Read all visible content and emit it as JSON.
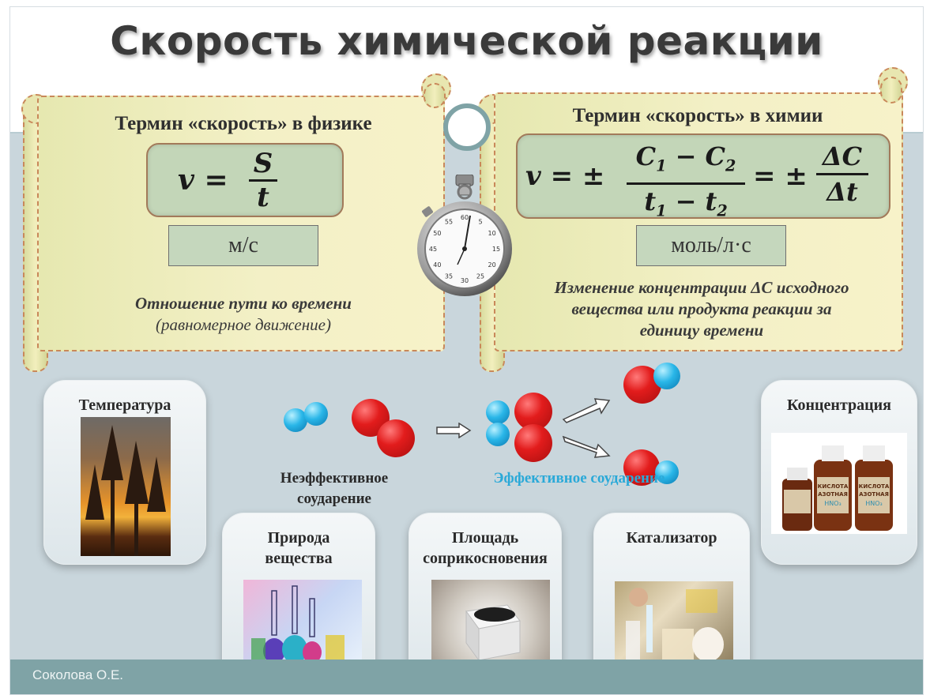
{
  "title": "Скорость химической реакции",
  "author": "Соколова О.Е.",
  "physics": {
    "heading": "Термин «скорость» в физике",
    "formula": {
      "lhs": "v =",
      "numerator": "S",
      "denominator": "t"
    },
    "unit": "м/с",
    "description_line1": "Отношение пути ко времени",
    "description_line2": "(равномерное движение)"
  },
  "chemistry": {
    "heading": "Термин «скорость» в химии",
    "formula": {
      "lhs": "v = ±",
      "num_a": "C",
      "num_a_sub": "1",
      "num_minus": "−",
      "num_b": "C",
      "num_b_sub": "2",
      "den_a": "t",
      "den_a_sub": "1",
      "den_minus": "−",
      "den_b": "t",
      "den_b_sub": "2",
      "eq": "= ±",
      "num2": "ΔC",
      "den2": "Δt"
    },
    "unit": "моль/л·с",
    "description_line1": "Изменение концентрации ΔC исходного",
    "description_line2": "вещества или продукта реакции за",
    "description_line3": "единицу времени"
  },
  "stopwatch": {
    "ticks": [
      "55",
      "60",
      "5",
      "10",
      "15",
      "20",
      "25",
      "30",
      "35",
      "40",
      "45",
      "50"
    ]
  },
  "collision": {
    "ineffective_line1": "Неэффективное",
    "ineffective_line2": "соударение",
    "effective": "Эффективное соударение"
  },
  "factors": {
    "temperature": "Температура",
    "concentration": "Концентрация",
    "nature_line1": "Природа",
    "nature_line2": "вещества",
    "area_line1": "Площадь",
    "area_line2": "соприкосновения",
    "catalyst": "Катализатор"
  },
  "bottle_labels": {
    "label_a": "КИСЛОТА",
    "label_b": "АЗОТНАЯ",
    "label_c": "HNO₃"
  },
  "colors": {
    "title": "#3a3a3a",
    "effective_text": "#2aa9d8",
    "background": "#c9d6dc",
    "bottom_bar": "#7fa3a6"
  }
}
